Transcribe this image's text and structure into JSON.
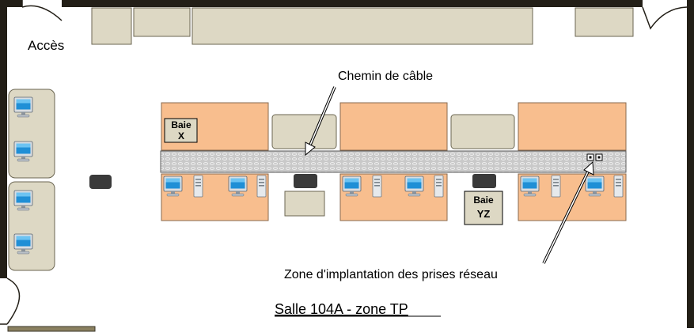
{
  "labels": {
    "access": "Accès",
    "cable_path": "Chemin de câble",
    "rack_x_line1": "Baie",
    "rack_x_line2": "X",
    "rack_yz_line1": "Baie",
    "rack_yz_line2": "YZ",
    "network_zone": "Zone d'implantation des prises réseau",
    "room_title": "Salle 104A - zone TP"
  },
  "colors": {
    "wall": "#231f17",
    "furniture": "#ddd8c4",
    "table": "#f8be8e",
    "cable_tray": "#c8c8c8",
    "projector": "#3a3a3a"
  },
  "icons": [
    "computer-icon",
    "network-socket-icon",
    "door-icon"
  ]
}
